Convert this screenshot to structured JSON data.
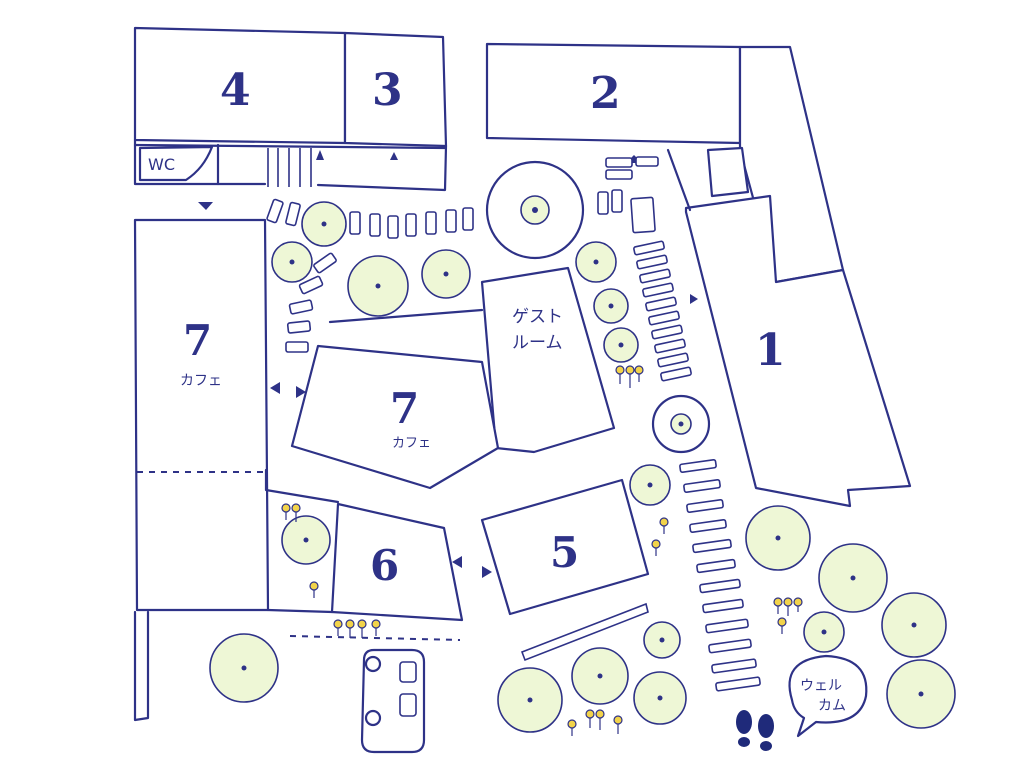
{
  "map": {
    "buildings": {
      "b1": "1",
      "b2": "2",
      "b3": "3",
      "b4": "4",
      "b5": "5",
      "b6": "6",
      "b7_west": "7",
      "b7_center": "7"
    },
    "labels": {
      "wc": "WC",
      "cafe_west": "カフェ",
      "cafe_center": "カフェ",
      "guest_room_line1": "ゲスト",
      "guest_room_line2": "ルーム",
      "welcome_line1": "ウェル",
      "welcome_line2": "カム"
    },
    "colors": {
      "ink": "#2e3287",
      "tree_fill": "#eef7d6",
      "flower": "#f2d34a",
      "footprint": "#1f2a7a"
    }
  }
}
